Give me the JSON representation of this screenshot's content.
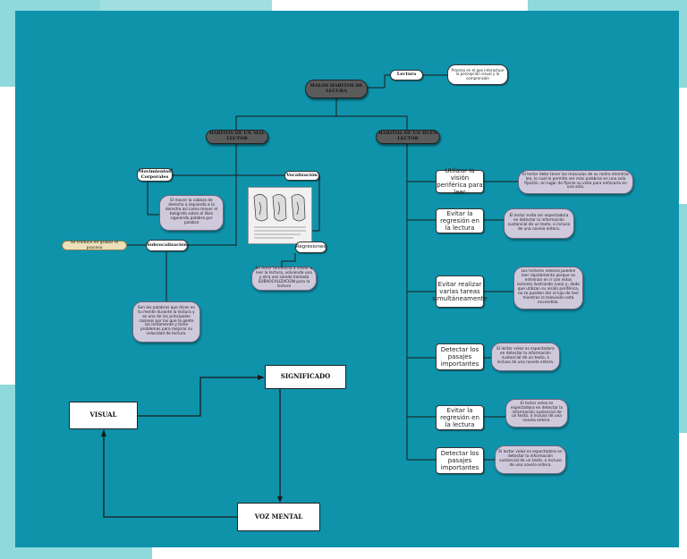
{
  "main_title": "MALOS HABITOS DE LECURA",
  "lectura": {
    "label": "Lectura",
    "note": "Proceso en el que interactuar la percepción visual y la comprensión"
  },
  "branches": {
    "bad": "HABITOS DE UN MAL LECTOR",
    "good": "HABITOS DE UN BUEN LECTOR"
  },
  "bad_habits": {
    "movimientos": "Movimientos Corporales",
    "movimientos_note": "El mover la cabeza de derecha a izquierda a la derecha así como mover el bolígrafo sobre el libro siguiendo palabra por palabra",
    "vocalizacion": "Vocalización",
    "regresiones": "Regresiones",
    "regresiones_note": "Es tener tendencia a volver a leer la lectura, volviendo una y otra vez siendo llamada SUBVOCALIZACION para la lectura",
    "subvocalizacion": "Subvocalización",
    "subvocalizacion_left": "Se traduce en grabar el proceso",
    "subvocalizacion_note": "Son las palabras que dices en tu mente durante la lectura y es una de las principales razones por las que la gente las lentamente y tiene problemas para mejorar su velocidad de lectura."
  },
  "good_habits": [
    {
      "label": "Utilizar la visión periférica para leer",
      "note": "El lector debe tener los músculos de su rostro mientras lee, lo cual le permite ver más palabras en una sola fijación, en lugar de fijarse su vista para enfocarla en una sola."
    },
    {
      "label": "Evitar la regresión en la lectura",
      "note": "El lector evita ser espectadora en detectar la información sustancial de un texto, o incluso de una novela entera."
    },
    {
      "label": "Evitar realizar varias tareas simultáneamente",
      "note": "Los lectores veloces pueden leer rápidamente porque se entrenan en ir con estos lectores ilustrando (vea) y, dado que utilizan su visión periférica, no se pueden dar el lujo de leer mientras la televisión está encendida."
    },
    {
      "label": "Detectar los pasajes importantes",
      "note": "El lector veloz es espectadora en detectar la información sustancial de un texto, o incluso de una novela entera."
    },
    {
      "label": "Evitar la regresión en la lectura",
      "note": "El lector veloz es espectadora en detectar la información sustancial de un texto, o incluso de una novela entera."
    },
    {
      "label": "Detectar los pasajes importantes",
      "note": "El lector veloz es espectadora en detectar la información sustancial de un texto, o incluso de una novela entera."
    }
  ],
  "process": {
    "visual": "VISUAL",
    "significado": "SIGNIFICADO",
    "voz_mental": "VOZ MENTAL"
  },
  "colors": {
    "board": "#0e93ab",
    "dark_node": "#5b5b5b",
    "lavender": "#cfc9dc",
    "beige": "#ece0b8",
    "deco": "#8fd9dc"
  }
}
